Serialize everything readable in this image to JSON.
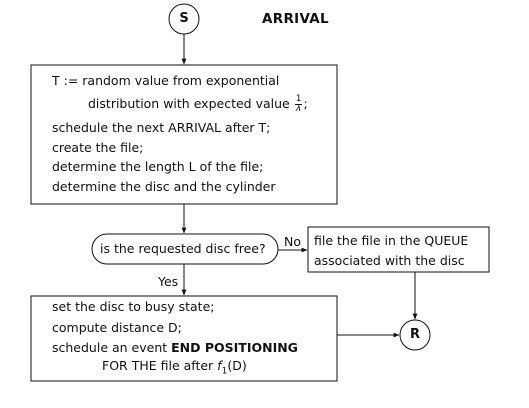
{
  "start_node": {
    "label": "S"
  },
  "title": "ARRIVAL",
  "end_node": {
    "label": "R"
  },
  "arrival_box": {
    "line1": "T := random value from exponential",
    "line2_prefix": "distribution with expected value",
    "line2_frac_num": "1",
    "line2_frac_den": "λ",
    "line2_suffix": ";",
    "line3": "schedule the next ARRIVAL after T;",
    "line4": "create the file;",
    "line5": "determine the length L of the file;",
    "line6": "determine the disc and the cylinder"
  },
  "decision": {
    "question": "is the requested disc free?",
    "no_label": "No",
    "yes_label": "Yes"
  },
  "queue_box": {
    "line1": "file the file in the QUEUE",
    "line2": "associated with the disc"
  },
  "busy_box": {
    "line1": "set the disc to busy state;",
    "line2": "compute distance D;",
    "line3_prefix": "schedule an event",
    "line3_bold": "END POSITIONING",
    "line4_prefix": "FOR THE file after",
    "line4_func": "f",
    "line4_sub": "1",
    "line4_arg": "(D)"
  }
}
